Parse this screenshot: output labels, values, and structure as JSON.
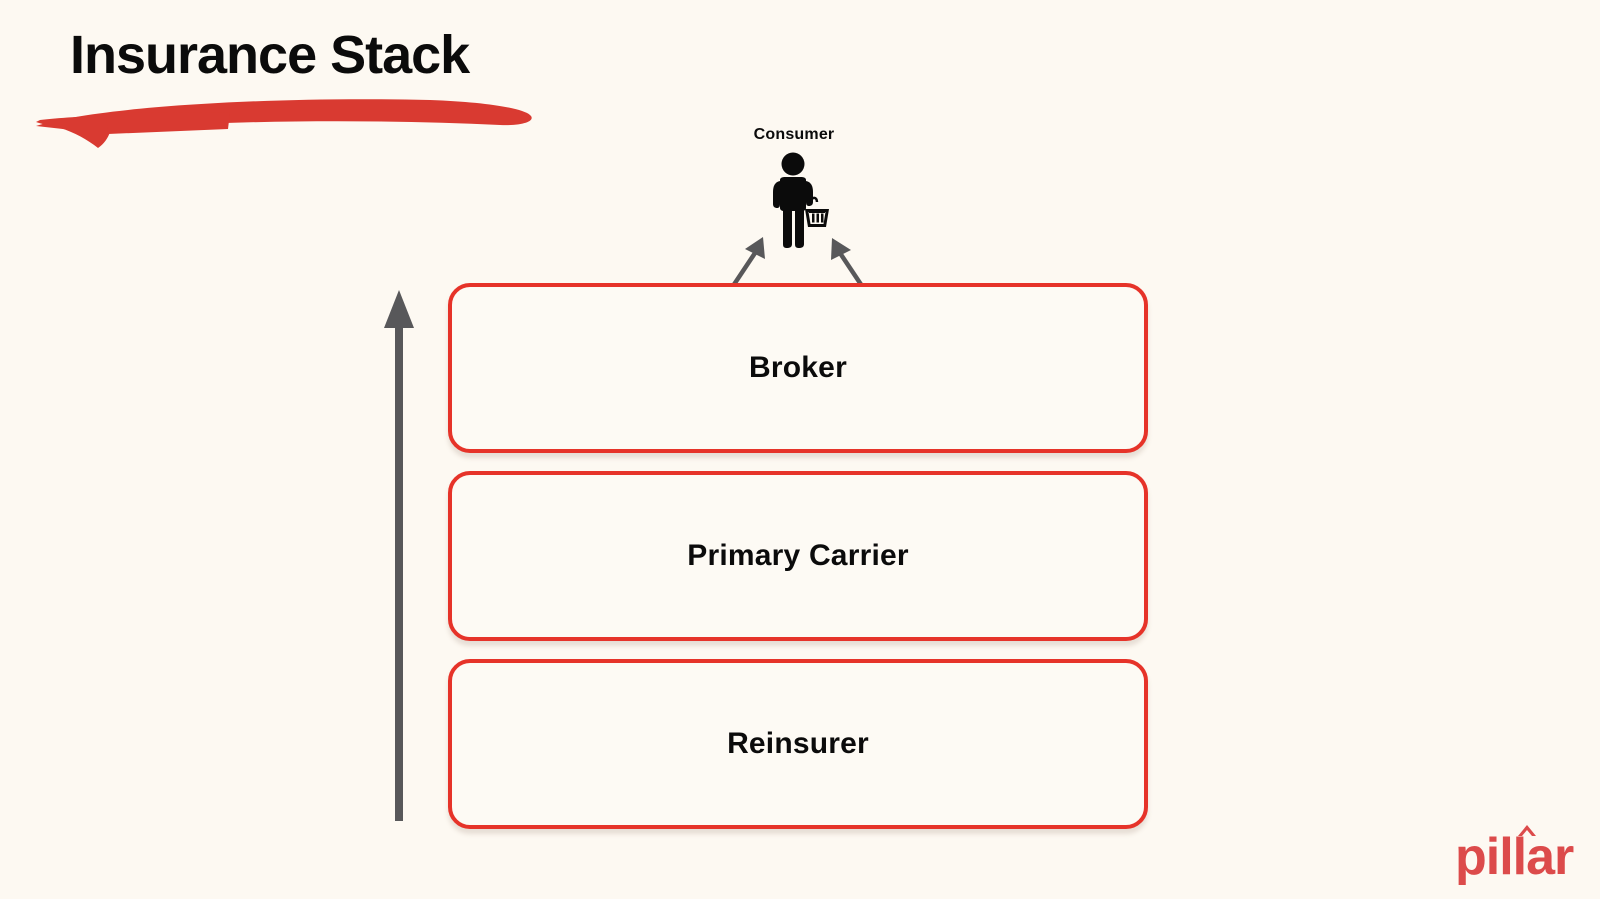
{
  "page": {
    "background_color": "#FDF9F2",
    "title": "Insurance Stack"
  },
  "diagram": {
    "type": "layered-stack",
    "consumer": {
      "label": "Consumer",
      "icon": "person-with-shopping-basket-icon"
    },
    "flow_arrow": {
      "direction": "up",
      "color": "#58585A",
      "meaning": "risk flows upward through the stack"
    },
    "feeder_arrows": [
      {
        "name": "broker-to-consumer-left-arrow",
        "direction": "up-right",
        "color": "#58585A"
      },
      {
        "name": "broker-to-consumer-right-arrow",
        "direction": "up-left",
        "color": "#58585A"
      }
    ],
    "layers": [
      {
        "label": "Broker",
        "border_color": "#E63329",
        "fill_color": "#FDFAF4"
      },
      {
        "label": "Primary Carrier",
        "border_color": "#E63329",
        "fill_color": "#FDFAF4"
      },
      {
        "label": "Reinsurer",
        "border_color": "#E63329",
        "fill_color": "#FDFAF4"
      }
    ]
  },
  "branding": {
    "logo_text": "pillar",
    "logo_color": "#DC4B4B"
  },
  "accents": {
    "red": "#E63329",
    "underline_red": "#D93A31",
    "gray": "#58585A",
    "black": "#0B0B0B"
  }
}
